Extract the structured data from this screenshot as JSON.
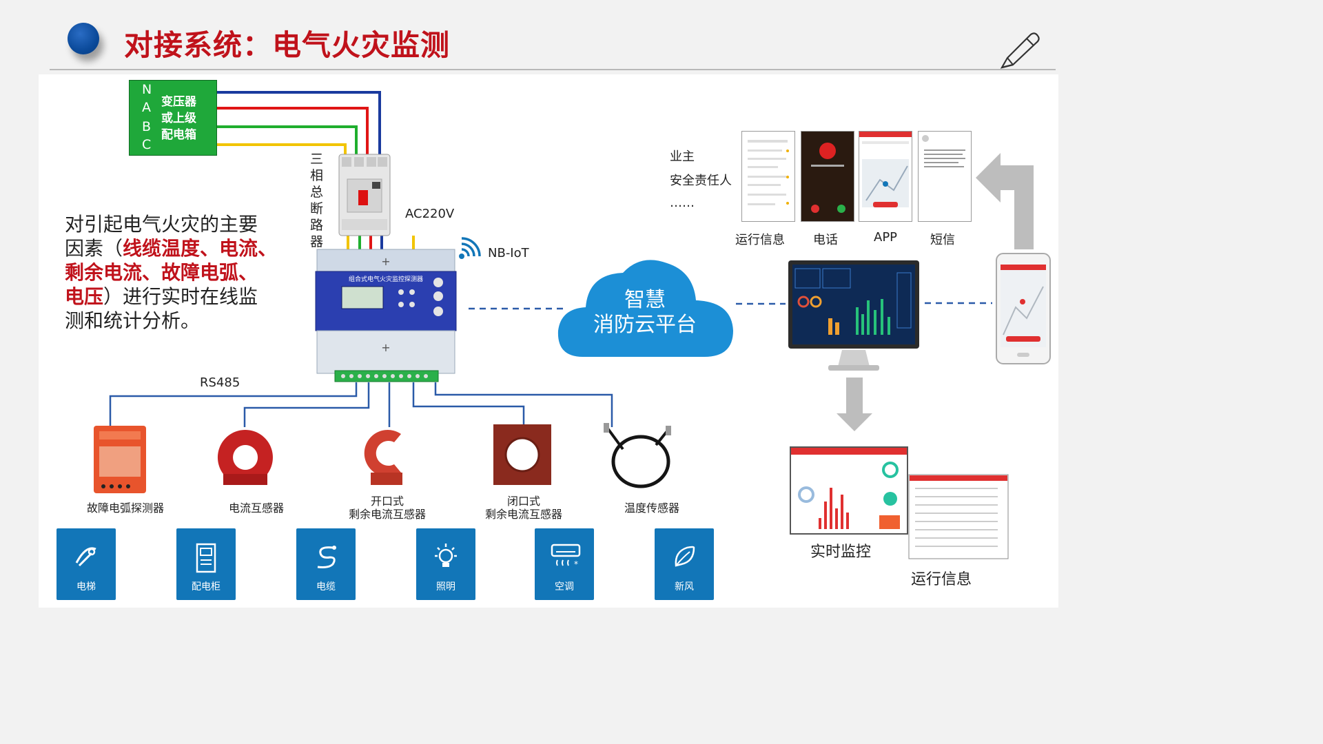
{
  "header": {
    "title": "对接系统：电气火灾监测"
  },
  "source": {
    "phases": [
      "N",
      "A",
      "B",
      "C"
    ],
    "label_lines": [
      "变压器",
      "或上级",
      "配电箱"
    ]
  },
  "breaker_label_chars": [
    "三",
    "相",
    "总",
    "断",
    "路",
    "器"
  ],
  "labels": {
    "ac": "AC220V",
    "nbiot": "NB-IoT",
    "rs485": "RS485"
  },
  "intro": {
    "line1": "对引起电气火灾的主要",
    "prefix": "因素（",
    "highlight1": "线缆温度、电流、",
    "highlight2": "剩余电流、故障电弧、",
    "highlight3": "电压",
    "rest1": "）进行实时在线监",
    "line5": "测和统计分析。"
  },
  "detector": {
    "device_text": "组合式电气火灾监控探测器"
  },
  "cloud": {
    "line1": "智慧",
    "line2": "消防云平台"
  },
  "recipients": {
    "owner": "业主",
    "safety": "安全责任人",
    "more": "……"
  },
  "notify_channels": [
    "运行信息",
    "电话",
    "APP",
    "短信"
  ],
  "sensors": [
    {
      "name_lines": [
        "故障电弧探测器"
      ]
    },
    {
      "name_lines": [
        "电流互感器"
      ]
    },
    {
      "name_lines": [
        "开口式",
        "剩余电流互感器"
      ]
    },
    {
      "name_lines": [
        "闭口式",
        "剩余电流互感器"
      ]
    },
    {
      "name_lines": [
        "温度传感器"
      ]
    }
  ],
  "tiles": [
    {
      "label": "电梯",
      "icon": "elevator-icon"
    },
    {
      "label": "配电柜",
      "icon": "distribution-cabinet-icon"
    },
    {
      "label": "电缆",
      "icon": "cable-icon"
    },
    {
      "label": "照明",
      "icon": "lighting-icon"
    },
    {
      "label": "空调",
      "icon": "air-conditioner-icon"
    },
    {
      "label": "新风",
      "icon": "fresh-air-icon"
    }
  ],
  "screens": {
    "realtime": "实时监控",
    "runinfo": "运行信息"
  },
  "colors": {
    "title_red": "#c0121b",
    "tile_blue": "#1276b8",
    "source_green": "#1fa83a",
    "cloud_blue": "#1c8fd6",
    "wire_N": "#1a3a9e",
    "wire_A": "#e01515",
    "wire_B": "#1fae2e",
    "wire_C": "#f2c400"
  }
}
